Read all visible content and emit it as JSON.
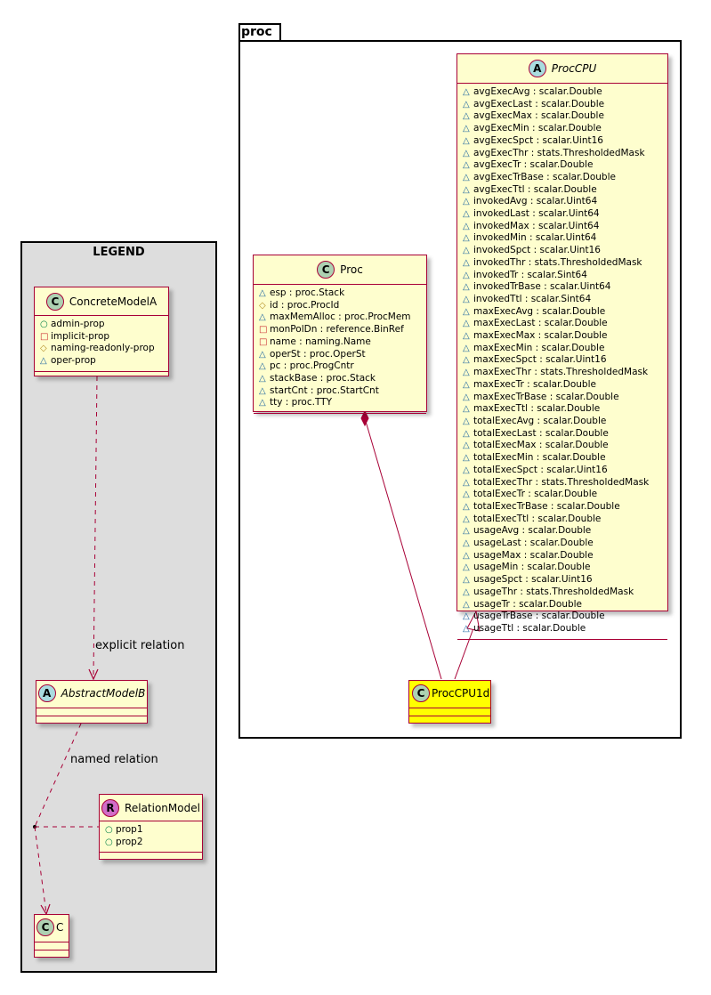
{
  "legend": {
    "title": "LEGEND",
    "concrete": {
      "name": "ConcreteModelA",
      "stereo": "C",
      "attrs": [
        {
          "vis": "+",
          "text": "admin-prop"
        },
        {
          "vis": "-",
          "text": "implicit-prop"
        },
        {
          "vis": "#",
          "text": "naming-readonly-prop"
        },
        {
          "vis": "~",
          "text": "oper-prop"
        }
      ]
    },
    "abstract": {
      "name": "AbstractModelB",
      "stereo": "A"
    },
    "relation": {
      "name": "RelationModel",
      "stereo": "R",
      "attrs": [
        {
          "vis": "+",
          "text": "prop1"
        },
        {
          "vis": "+",
          "text": "prop2"
        }
      ]
    },
    "c": {
      "name": "C",
      "stereo": "C"
    },
    "explicit_label": "explicit relation",
    "named_label": "named relation"
  },
  "package": {
    "name": "proc"
  },
  "proc": {
    "name": "Proc",
    "stereo": "C",
    "attrs": [
      {
        "vis": "~",
        "text": "esp : proc.Stack"
      },
      {
        "vis": "#",
        "text": "id : proc.ProcId"
      },
      {
        "vis": "~",
        "text": "maxMemAlloc : proc.ProcMem"
      },
      {
        "vis": "-",
        "text": "monPolDn : reference.BinRef"
      },
      {
        "vis": "-",
        "text": "name : naming.Name"
      },
      {
        "vis": "~",
        "text": "operSt : proc.OperSt"
      },
      {
        "vis": "~",
        "text": "pc : proc.ProgCntr"
      },
      {
        "vis": "~",
        "text": "stackBase : proc.Stack"
      },
      {
        "vis": "~",
        "text": "startCnt : proc.StartCnt"
      },
      {
        "vis": "~",
        "text": "tty : proc.TTY"
      }
    ]
  },
  "proccpu": {
    "name": "ProcCPU",
    "stereo": "A",
    "attrs": [
      {
        "vis": "~",
        "text": "avgExecAvg : scalar.Double"
      },
      {
        "vis": "~",
        "text": "avgExecLast : scalar.Double"
      },
      {
        "vis": "~",
        "text": "avgExecMax : scalar.Double"
      },
      {
        "vis": "~",
        "text": "avgExecMin : scalar.Double"
      },
      {
        "vis": "~",
        "text": "avgExecSpct : scalar.Uint16"
      },
      {
        "vis": "~",
        "text": "avgExecThr : stats.ThresholdedMask"
      },
      {
        "vis": "~",
        "text": "avgExecTr : scalar.Double"
      },
      {
        "vis": "~",
        "text": "avgExecTrBase : scalar.Double"
      },
      {
        "vis": "~",
        "text": "avgExecTtl : scalar.Double"
      },
      {
        "vis": "~",
        "text": "invokedAvg : scalar.Uint64"
      },
      {
        "vis": "~",
        "text": "invokedLast : scalar.Uint64"
      },
      {
        "vis": "~",
        "text": "invokedMax : scalar.Uint64"
      },
      {
        "vis": "~",
        "text": "invokedMin : scalar.Uint64"
      },
      {
        "vis": "~",
        "text": "invokedSpct : scalar.Uint16"
      },
      {
        "vis": "~",
        "text": "invokedThr : stats.ThresholdedMask"
      },
      {
        "vis": "~",
        "text": "invokedTr : scalar.Sint64"
      },
      {
        "vis": "~",
        "text": "invokedTrBase : scalar.Uint64"
      },
      {
        "vis": "~",
        "text": "invokedTtl : scalar.Sint64"
      },
      {
        "vis": "~",
        "text": "maxExecAvg : scalar.Double"
      },
      {
        "vis": "~",
        "text": "maxExecLast : scalar.Double"
      },
      {
        "vis": "~",
        "text": "maxExecMax : scalar.Double"
      },
      {
        "vis": "~",
        "text": "maxExecMin : scalar.Double"
      },
      {
        "vis": "~",
        "text": "maxExecSpct : scalar.Uint16"
      },
      {
        "vis": "~",
        "text": "maxExecThr : stats.ThresholdedMask"
      },
      {
        "vis": "~",
        "text": "maxExecTr : scalar.Double"
      },
      {
        "vis": "~",
        "text": "maxExecTrBase : scalar.Double"
      },
      {
        "vis": "~",
        "text": "maxExecTtl : scalar.Double"
      },
      {
        "vis": "~",
        "text": "totalExecAvg : scalar.Double"
      },
      {
        "vis": "~",
        "text": "totalExecLast : scalar.Double"
      },
      {
        "vis": "~",
        "text": "totalExecMax : scalar.Double"
      },
      {
        "vis": "~",
        "text": "totalExecMin : scalar.Double"
      },
      {
        "vis": "~",
        "text": "totalExecSpct : scalar.Uint16"
      },
      {
        "vis": "~",
        "text": "totalExecThr : stats.ThresholdedMask"
      },
      {
        "vis": "~",
        "text": "totalExecTr : scalar.Double"
      },
      {
        "vis": "~",
        "text": "totalExecTrBase : scalar.Double"
      },
      {
        "vis": "~",
        "text": "totalExecTtl : scalar.Double"
      },
      {
        "vis": "~",
        "text": "usageAvg : scalar.Double"
      },
      {
        "vis": "~",
        "text": "usageLast : scalar.Double"
      },
      {
        "vis": "~",
        "text": "usageMax : scalar.Double"
      },
      {
        "vis": "~",
        "text": "usageMin : scalar.Double"
      },
      {
        "vis": "~",
        "text": "usageSpct : scalar.Uint16"
      },
      {
        "vis": "~",
        "text": "usageThr : stats.ThresholdedMask"
      },
      {
        "vis": "~",
        "text": "usageTr : scalar.Double"
      },
      {
        "vis": "~",
        "text": "usageTrBase : scalar.Double"
      },
      {
        "vis": "~",
        "text": "usageTtl : scalar.Double"
      }
    ]
  },
  "proccpu1d": {
    "name": "ProcCPU1d",
    "stereo": "C"
  },
  "colors": {
    "class_fill": "#fefece",
    "border": "#a80036",
    "highlight": "#ffff00",
    "legend_bg": "#dddddd"
  }
}
